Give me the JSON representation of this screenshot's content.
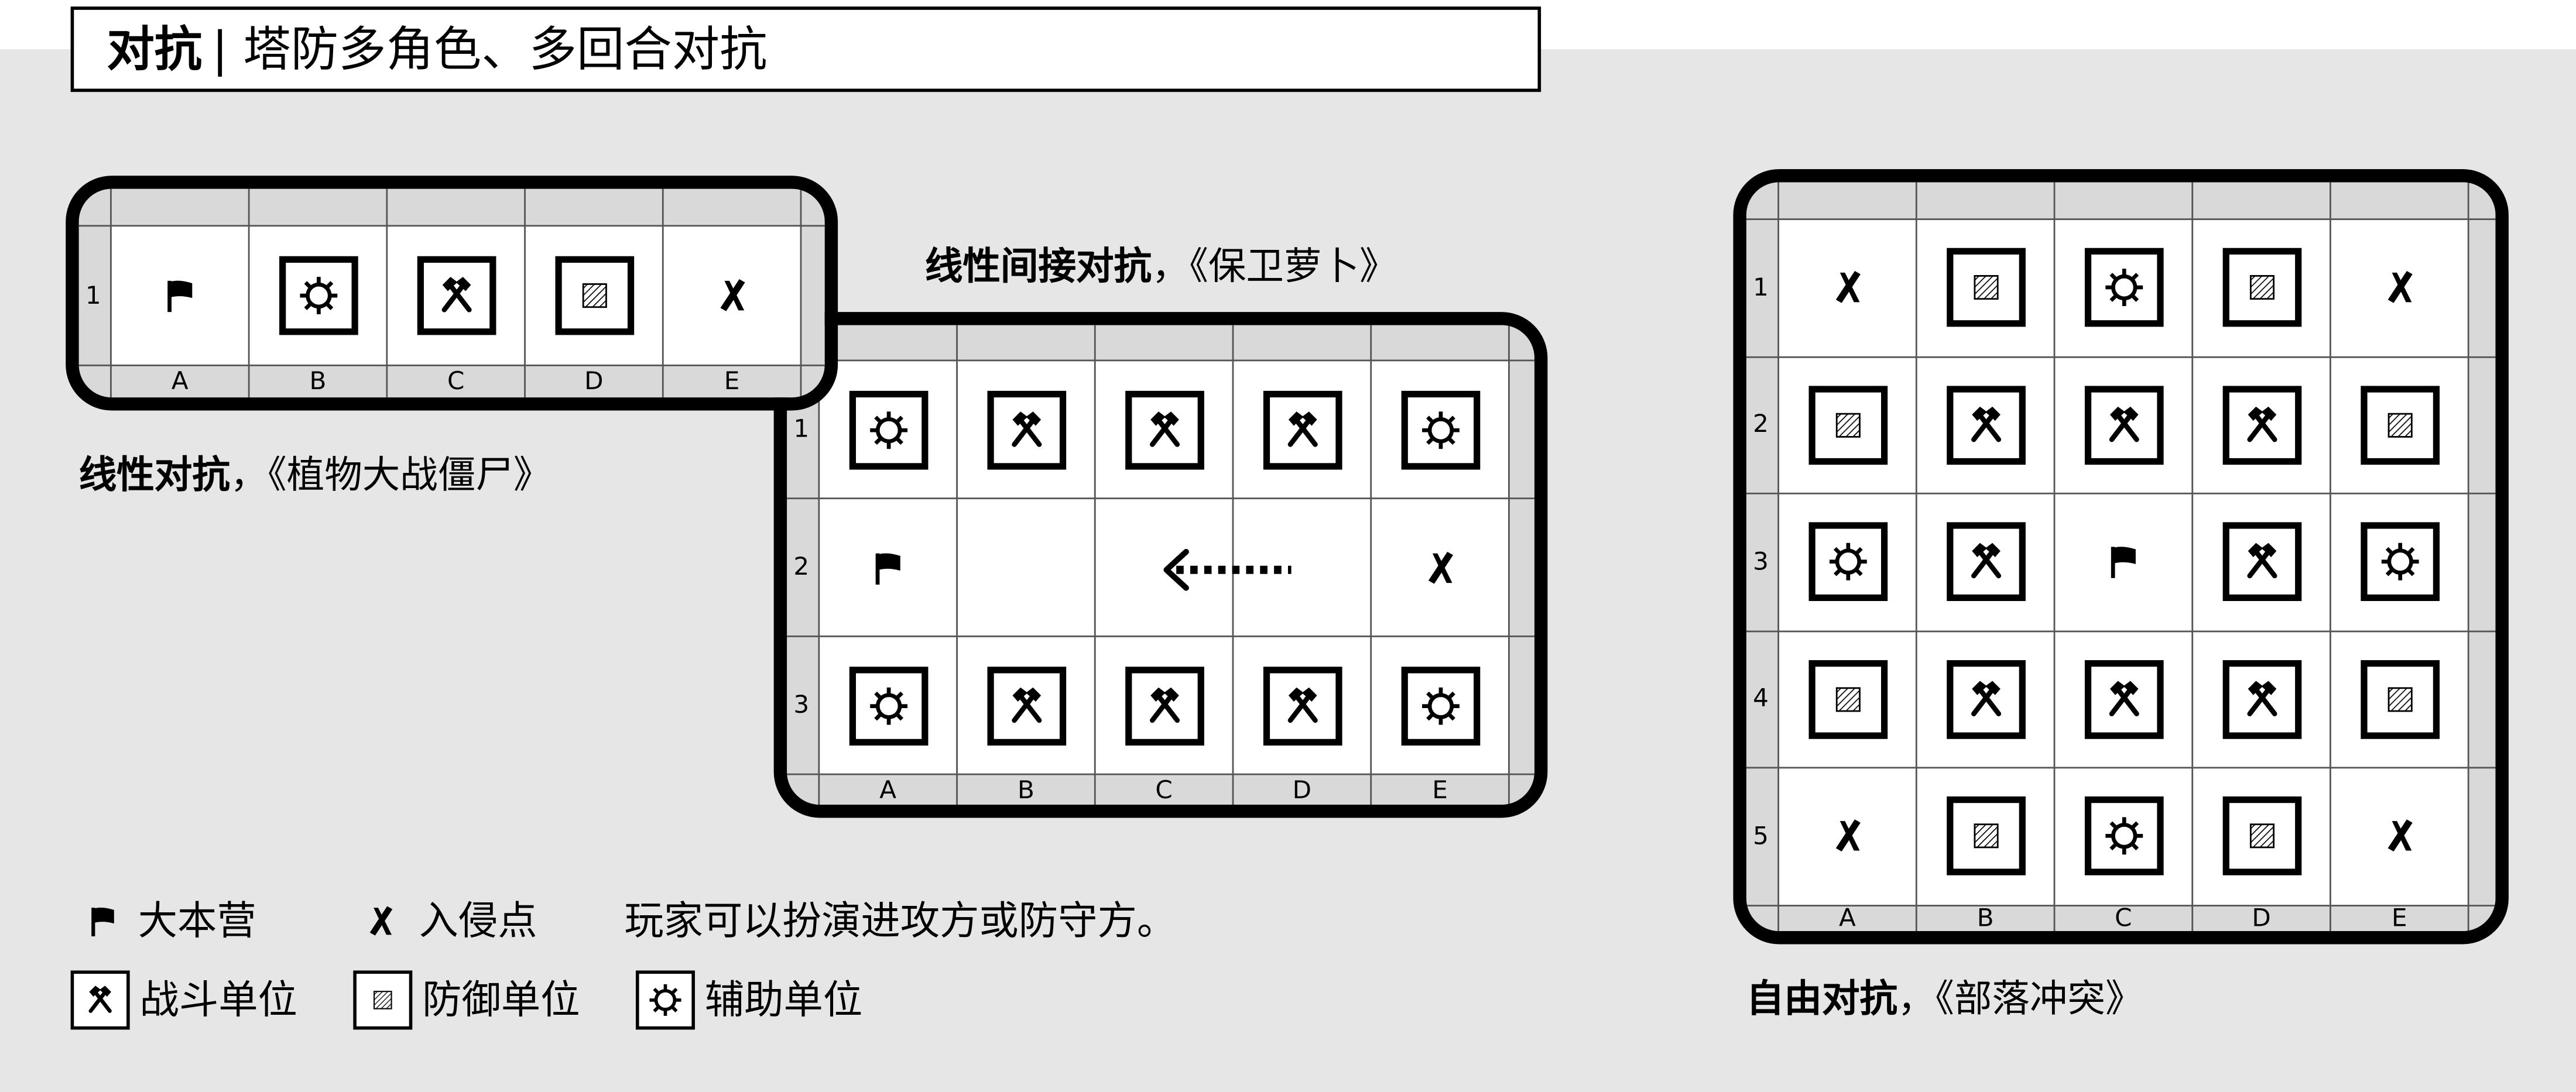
{
  "title": {
    "bold": "对抗",
    "rest": "| 塔防多角色、多回合对抗"
  },
  "boards": [
    {
      "id": "linear",
      "caption_bold": "线性对抗",
      "caption_rest": "，《植物大战僵尸》",
      "row_labels": [
        "1"
      ],
      "col_labels": [
        "A",
        "B",
        "C",
        "D",
        "E"
      ],
      "cells": [
        [
          "flag",
          "support",
          "combat",
          "defense",
          "invasion"
        ]
      ]
    },
    {
      "id": "linear-indirect",
      "caption_bold": "线性间接对抗",
      "caption_rest": "，《保卫萝卜》",
      "row_labels": [
        "1",
        "2",
        "3"
      ],
      "col_labels": [
        "A",
        "B",
        "C",
        "D",
        "E"
      ],
      "cells": [
        [
          "support",
          "combat",
          "combat",
          "combat",
          "support"
        ],
        [
          "flag",
          "",
          "",
          "",
          "invasion"
        ],
        [
          "support",
          "combat",
          "combat",
          "combat",
          "support"
        ]
      ],
      "overlay": "dotted-left-arrow"
    },
    {
      "id": "free",
      "caption_bold": "自由对抗",
      "caption_rest": "，《部落冲突》",
      "row_labels": [
        "1",
        "2",
        "3",
        "4",
        "5"
      ],
      "col_labels": [
        "A",
        "B",
        "C",
        "D",
        "E"
      ],
      "cells": [
        [
          "invasion",
          "defense",
          "support",
          "defense",
          "invasion"
        ],
        [
          "defense",
          "combat",
          "combat",
          "combat",
          "defense"
        ],
        [
          "support",
          "combat",
          "flag",
          "combat",
          "support"
        ],
        [
          "defense",
          "combat",
          "combat",
          "combat",
          "defense"
        ],
        [
          "invasion",
          "defense",
          "support",
          "defense",
          "invasion"
        ]
      ]
    }
  ],
  "legend": {
    "items": [
      {
        "icon": "flag",
        "label": "大本营"
      },
      {
        "icon": "invasion",
        "label": "入侵点"
      },
      {
        "icon": "combat",
        "label": "战斗单位"
      },
      {
        "icon": "defense",
        "label": "防御单位"
      },
      {
        "icon": "support",
        "label": "辅助单位"
      }
    ],
    "note": "玩家可以扮演进攻方或防守方。"
  },
  "icons": {
    "flag": "flag-icon",
    "invasion": "cross-mark-icon",
    "combat": "crossed-hammers-icon",
    "defense": "hatched-square-icon",
    "support": "gear-sun-icon"
  },
  "colors": {
    "background": "#e6e6e6",
    "header_cells": "#d9d9d9",
    "cells": "#ffffff",
    "frame": "#000000"
  }
}
